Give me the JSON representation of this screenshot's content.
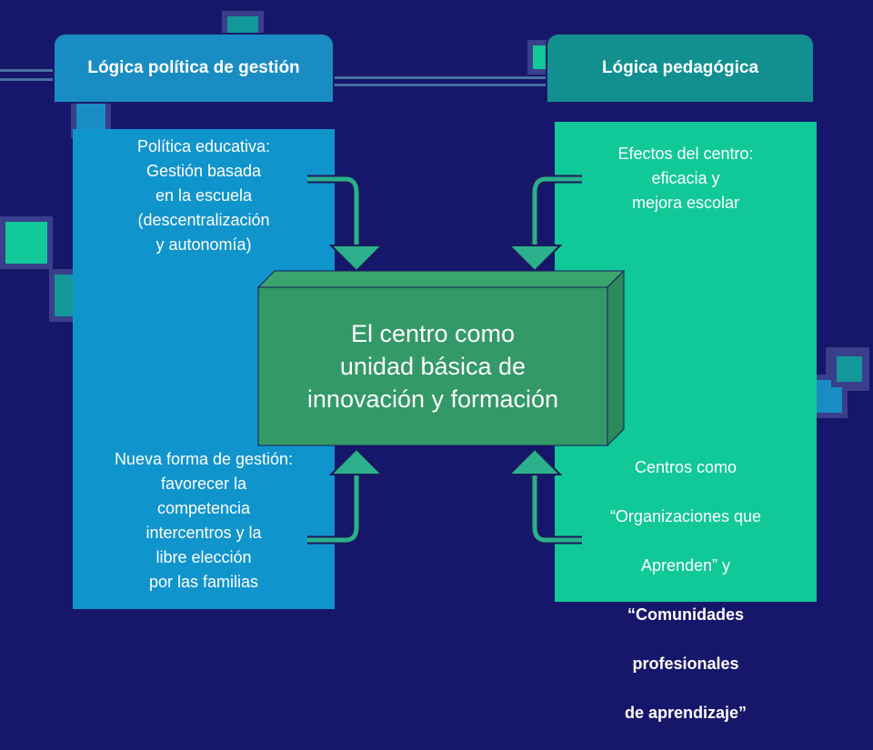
{
  "colors": {
    "background": "#16166a",
    "left_header": "#1a8cc4",
    "right_header": "#129090",
    "left_panel": "#1094cc",
    "right_panel": "#10c898",
    "center_box": "#339966",
    "arrow": "#2bb08c"
  },
  "headers": {
    "left": "Lógica política de gestión",
    "right": "Lógica pedagógica"
  },
  "left_panel": {
    "top_text": "Política educativa:\nGestión basada\nen la escuela\n(descentralización\ny autonomía)",
    "bottom_text": "Nueva forma de gestión:\nfavorecer la\ncompetencia\nintercentros y la\nlibre elección\npor las familias"
  },
  "right_panel": {
    "top_text": "Efectos del centro:\neficacia y\nmejora escolar",
    "bottom_line1": "Centros como",
    "bottom_line2": "“Organizaciones que",
    "bottom_line3": "Aprenden” y",
    "bottom_line4": "“Comunidades",
    "bottom_line5": "profesionales",
    "bottom_line6": "de aprendizaje”"
  },
  "center": {
    "text": "El centro como\nunidad básica de\ninnovación y formación"
  }
}
